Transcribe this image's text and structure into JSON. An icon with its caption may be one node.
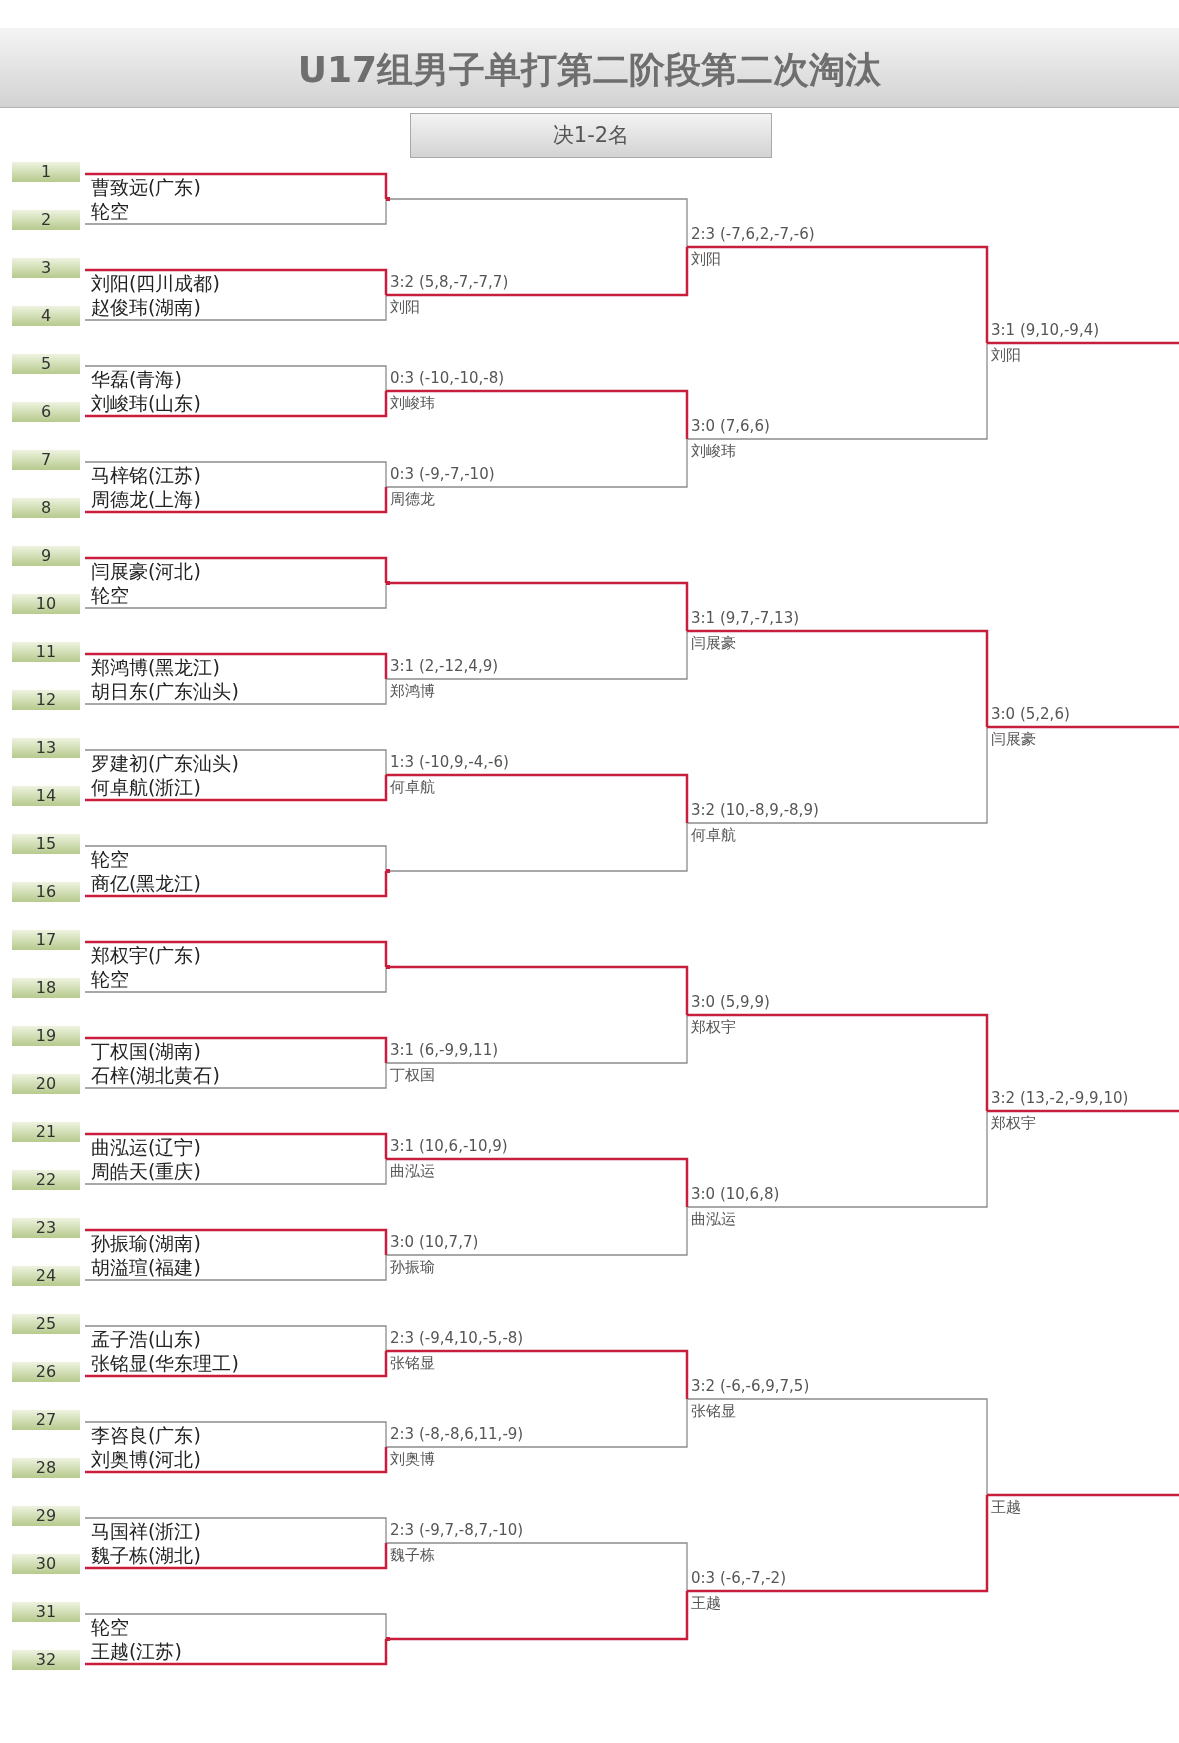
{
  "diagram": {
    "title": "U17组男子单打第二阶段第二次淘汰",
    "nodes": [
      {
        "text": [
          "决1-2名"
        ]
      },
      {
        "text": [
          "1"
        ]
      },
      {
        "text": [
          "曹致远(广东)"
        ]
      },
      {
        "text": [
          "2"
        ]
      },
      {
        "text": [
          "轮空"
        ]
      },
      {
        "text": [
          "3"
        ]
      },
      {
        "text": [
          "刘阳(四川成都)"
        ]
      },
      {
        "text": [
          "4"
        ]
      },
      {
        "text": [
          "赵俊玮(湖南)"
        ]
      },
      {
        "text": [
          "5"
        ]
      },
      {
        "text": [
          "华磊(青海)"
        ]
      },
      {
        "text": [
          "6"
        ]
      },
      {
        "text": [
          "刘峻玮(山东)"
        ]
      },
      {
        "text": [
          "7"
        ]
      },
      {
        "text": [
          "马梓铭(江苏)"
        ]
      },
      {
        "text": [
          "8"
        ]
      },
      {
        "text": [
          "周德龙(上海)"
        ]
      },
      {
        "text": [
          "9"
        ]
      },
      {
        "text": [
          "闫展豪(河北)"
        ]
      },
      {
        "text": [
          "10"
        ]
      },
      {
        "text": [
          "轮空"
        ]
      },
      {
        "text": [
          "11"
        ]
      },
      {
        "text": [
          "郑鸿博(黑龙江)"
        ]
      },
      {
        "text": [
          "12"
        ]
      },
      {
        "text": [
          "胡日东(广东汕头)"
        ]
      },
      {
        "text": [
          "13"
        ]
      },
      {
        "text": [
          "罗建初(广东汕头)"
        ]
      },
      {
        "text": [
          "14"
        ]
      },
      {
        "text": [
          "何卓航(浙江)"
        ]
      },
      {
        "text": [
          "15"
        ]
      },
      {
        "text": [
          "轮空"
        ]
      },
      {
        "text": [
          "16"
        ]
      },
      {
        "text": [
          "商亿(黑龙江)"
        ]
      },
      {
        "text": [
          "17"
        ]
      },
      {
        "text": [
          "郑权宇(广东)"
        ]
      },
      {
        "text": [
          "18"
        ]
      },
      {
        "text": [
          "轮空"
        ]
      },
      {
        "text": [
          "19"
        ]
      },
      {
        "text": [
          "丁权国(湖南)"
        ]
      },
      {
        "text": [
          "20"
        ]
      },
      {
        "text": [
          "石梓(湖北黄石)"
        ]
      },
      {
        "text": [
          "21"
        ]
      },
      {
        "text": [
          "曲泓运(辽宁)"
        ]
      },
      {
        "text": [
          "22"
        ]
      },
      {
        "text": [
          "周皓天(重庆)"
        ]
      },
      {
        "text": [
          "23"
        ]
      },
      {
        "text": [
          "孙振瑜(湖南)"
        ]
      },
      {
        "text": [
          "24"
        ]
      },
      {
        "text": [
          "胡溢瑄(福建)"
        ]
      },
      {
        "text": [
          "25"
        ]
      },
      {
        "text": [
          "孟子浩(山东)"
        ]
      },
      {
        "text": [
          "26"
        ]
      },
      {
        "text": [
          "张铭显(华东理工)"
        ]
      },
      {
        "text": [
          "27"
        ]
      },
      {
        "text": [
          "李咨良(广东)"
        ]
      },
      {
        "text": [
          "28"
        ]
      },
      {
        "text": [
          "刘奥博(河北)"
        ]
      },
      {
        "text": [
          "29"
        ]
      },
      {
        "text": [
          "马国祥(浙江)"
        ]
      },
      {
        "text": [
          "30"
        ]
      },
      {
        "text": [
          "魏子栋(湖北)"
        ]
      },
      {
        "text": [
          "31"
        ]
      },
      {
        "text": [
          "轮空"
        ]
      },
      {
        "text": [
          "32"
        ]
      },
      {
        "text": [
          "王越(江苏)"
        ]
      },
      {
        "text": [],
        "shape": "point"
      },
      {
        "text": [
          "3:2 (5,8,-7,-7,7)",
          "刘阳"
        ]
      },
      {
        "text": [
          "0:3 (-10,-10,-8)",
          "刘峻玮"
        ]
      },
      {
        "text": [
          "0:3 (-9,-7,-10)",
          "周德龙"
        ]
      },
      {
        "text": [],
        "shape": "point"
      },
      {
        "text": [
          "3:1 (2,-12,4,9)",
          "郑鸿博"
        ]
      },
      {
        "text": [
          "1:3 (-10,9,-4,-6)",
          "何卓航"
        ]
      },
      {
        "text": [],
        "shape": "point"
      },
      {
        "text": [],
        "shape": "point"
      },
      {
        "text": [
          "3:1 (6,-9,9,11)",
          "丁权国"
        ]
      },
      {
        "text": [
          "3:1 (10,6,-10,9)",
          "曲泓运"
        ]
      },
      {
        "text": [
          "3:0 (10,7,7)",
          "孙振瑜"
        ]
      },
      {
        "text": [
          "2:3 (-9,4,10,-5,-8)",
          "张铭显"
        ]
      },
      {
        "text": [
          "2:3 (-8,-8,6,11,-9)",
          "刘奥博"
        ]
      },
      {
        "text": [
          "2:3 (-9,7,-8,7,-10)",
          "魏子栋"
        ]
      },
      {
        "text": [],
        "shape": "point"
      },
      {
        "text": [
          "2:3 (-7,6,2,-7,-6)",
          "刘阳"
        ]
      },
      {
        "text": [
          "3:0 (7,6,6)",
          "刘峻玮"
        ]
      },
      {
        "text": [
          "3:1 (9,7,-7,13)",
          "闫展豪"
        ]
      },
      {
        "text": [
          "3:2 (10,-8,9,-8,9)",
          "何卓航"
        ]
      },
      {
        "text": [
          "3:0 (5,9,9)",
          "郑权宇"
        ]
      },
      {
        "text": [
          "3:0 (10,6,8)",
          "曲泓运"
        ]
      },
      {
        "text": [
          "3:2 (-6,-6,9,7,5)",
          "张铭显"
        ]
      },
      {
        "text": [
          "0:3 (-6,-7,-2)",
          "王越"
        ]
      },
      {
        "text": [
          "3:1 (9,10,-9,4)",
          "刘阳"
        ]
      },
      {
        "text": [
          "3:0 (5,2,6)",
          "闫展豪"
        ]
      },
      {
        "text": [
          "3:2 (13,-2,-9,9,10)",
          "郑权宇"
        ]
      },
      {
        "text": [
          "王越"
        ]
      }
    ],
    "edges": [
      {
        "from": 2,
        "to": 65,
        "arrow": "none"
      },
      {
        "from": 4,
        "to": 65,
        "arrow": "none",
        "color": "#8c8c8c"
      },
      {
        "from": 6,
        "to": 66,
        "arrow": "none"
      },
      {
        "from": 8,
        "to": 66,
        "arrow": "none",
        "color": "#8c8c8c"
      },
      {
        "from": 10,
        "to": 67,
        "arrow": "none",
        "color": "#8c8c8c"
      },
      {
        "from": 12,
        "to": 67,
        "arrow": "none"
      },
      {
        "from": 14,
        "to": 68,
        "arrow": "none",
        "color": "#8c8c8c"
      },
      {
        "from": 16,
        "to": 68,
        "arrow": "none"
      },
      {
        "from": 18,
        "to": 69,
        "arrow": "none"
      },
      {
        "from": 20,
        "to": 69,
        "arrow": "none",
        "color": "#8c8c8c"
      },
      {
        "from": 22,
        "to": 70,
        "arrow": "none"
      },
      {
        "from": 24,
        "to": 70,
        "arrow": "none",
        "color": "#8c8c8c"
      },
      {
        "from": 26,
        "to": 71,
        "arrow": "none",
        "color": "#8c8c8c"
      },
      {
        "from": 28,
        "to": 71,
        "arrow": "none"
      },
      {
        "from": 30,
        "to": 72,
        "arrow": "none",
        "color": "#8c8c8c"
      },
      {
        "from": 32,
        "to": 72,
        "arrow": "none"
      },
      {
        "from": 34,
        "to": 73,
        "arrow": "none"
      },
      {
        "from": 36,
        "to": 73,
        "arrow": "none",
        "color": "#8c8c8c"
      },
      {
        "from": 38,
        "to": 74,
        "arrow": "none"
      },
      {
        "from": 40,
        "to": 74,
        "arrow": "none",
        "color": "#8c8c8c"
      },
      {
        "from": 42,
        "to": 75,
        "arrow": "none"
      },
      {
        "from": 44,
        "to": 75,
        "arrow": "none",
        "color": "#8c8c8c"
      },
      {
        "from": 46,
        "to": 76,
        "arrow": "none"
      },
      {
        "from": 48,
        "to": 76,
        "arrow": "none",
        "color": "#8c8c8c"
      },
      {
        "from": 50,
        "to": 77,
        "arrow": "none",
        "color": "#8c8c8c"
      },
      {
        "from": 52,
        "to": 77,
        "arrow": "none"
      },
      {
        "from": 54,
        "to": 78,
        "arrow": "none",
        "color": "#8c8c8c"
      },
      {
        "from": 56,
        "to": 78,
        "arrow": "none"
      },
      {
        "from": 58,
        "to": 79,
        "arrow": "none",
        "color": "#8c8c8c"
      },
      {
        "from": 60,
        "to": 79,
        "arrow": "none"
      },
      {
        "from": 62,
        "to": 80,
        "arrow": "none",
        "color": "#8c8c8c"
      },
      {
        "from": 64,
        "to": 80,
        "arrow": "none"
      },
      {
        "from": 65,
        "to": 81,
        "arrow": "none",
        "color": "#8c8c8c"
      },
      {
        "from": 66,
        "to": 81,
        "arrow": "none"
      },
      {
        "from": 67,
        "to": 82,
        "arrow": "none"
      },
      {
        "from": 68,
        "to": 82,
        "arrow": "none",
        "color": "#8c8c8c"
      },
      {
        "from": 69,
        "to": 83,
        "arrow": "none"
      },
      {
        "from": 70,
        "to": 83,
        "arrow": "none",
        "color": "#8c8c8c"
      },
      {
        "from": 71,
        "to": 84,
        "arrow": "none"
      },
      {
        "from": 72,
        "to": 84,
        "arrow": "none",
        "color": "#8c8c8c"
      },
      {
        "from": 73,
        "to": 85,
        "arrow": "none"
      },
      {
        "from": 74,
        "to": 85,
        "arrow": "none",
        "color": "#8c8c8c"
      },
      {
        "from": 75,
        "to": 86,
        "arrow": "none"
      },
      {
        "from": 76,
        "to": 86,
        "arrow": "none",
        "color": "#8c8c8c"
      },
      {
        "from": 77,
        "to": 87,
        "arrow": "none"
      },
      {
        "from": 78,
        "to": 87,
        "arrow": "none",
        "color": "#8c8c8c"
      },
      {
        "from": 79,
        "to": 88,
        "arrow": "none",
        "color": "#8c8c8c"
      },
      {
        "from": 80,
        "to": 88,
        "arrow": "none"
      },
      {
        "from": 81,
        "to": 89,
        "arrow": "none"
      },
      {
        "from": 82,
        "to": 89,
        "arrow": "none",
        "color": "#8c8c8c"
      },
      {
        "from": 83,
        "to": 90,
        "arrow": "none"
      },
      {
        "from": 84,
        "to": 90,
        "arrow": "none",
        "color": "#8c8c8c"
      },
      {
        "from": 85,
        "to": 91,
        "arrow": "none"
      },
      {
        "from": 86,
        "to": 91,
        "arrow": "none",
        "color": "#8c8c8c"
      },
      {
        "from": 87,
        "to": 92,
        "arrow": "none",
        "color": "#8c8c8c"
      },
      {
        "from": 88,
        "to": 92,
        "arrow": "none"
      },
      {
        "from": 89,
        "to": null,
        "arrow": "none"
      },
      {
        "from": 90,
        "to": null,
        "arrow": "none"
      },
      {
        "from": 91,
        "to": null,
        "arrow": "none"
      },
      {
        "from": 92,
        "to": null,
        "arrow": "none"
      }
    ]
  }
}
